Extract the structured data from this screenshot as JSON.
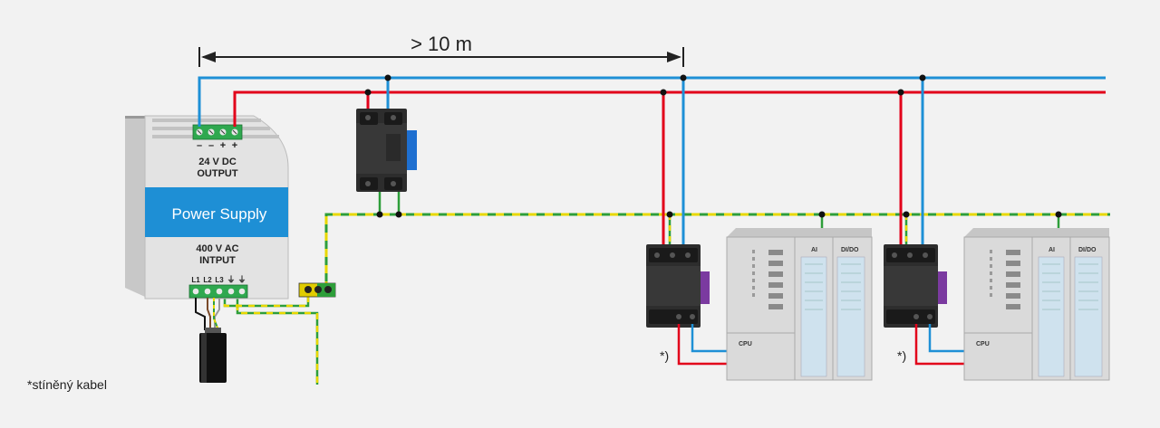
{
  "dimension": {
    "label": "> 10 m"
  },
  "power_supply": {
    "output_voltage": "24 V DC",
    "output_label": "OUTPUT",
    "title": "Power Supply",
    "input_voltage": "400 V AC",
    "input_label": "INTPUT",
    "terminals_out": [
      "–",
      "–",
      "+",
      "+"
    ],
    "terminals_in": [
      "L1",
      "L2",
      "L3",
      "⏚",
      "⏚"
    ]
  },
  "plc_modules": {
    "cpu_label": "CPU",
    "ai_label": "AI",
    "dido_label": "DI/DO"
  },
  "annotations": {
    "shield_marker": "*)",
    "footnote": "*stíněný kabel"
  },
  "colors": {
    "background": "#f2f2f2",
    "positive_wire": "#e2001a",
    "negative_wire": "#1e90d6",
    "earth_green": "#2e9e3a",
    "earth_yellow": "#e8d800",
    "power_supply_band": "#1e8fd5",
    "terminal_green": "#2fa84f",
    "device_dark": "#2d2d2d",
    "plc_gray": "#d9d9d9"
  }
}
